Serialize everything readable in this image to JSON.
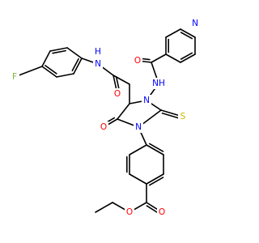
{
  "colors": {
    "background": "#ffffff",
    "bond": "#000000",
    "carbon_text": "#000000",
    "nitrogen": "#0000ff",
    "oxygen": "#ff0000",
    "sulfur": "#c8b400",
    "fluorine": "#7fb23b"
  },
  "atom_labels": {
    "n_pyridine": "N",
    "o_nicotinamide": "O",
    "nh_hydrazide": "NH",
    "n3_ring": "N",
    "s_thione": "S",
    "n1_ring": "N",
    "o_ring_carbonyl": "O",
    "o_acetamide": "O",
    "nh_anilide": "NH",
    "h_anilide": "H",
    "f_fluoro": "F",
    "o_ester_carbonyl": "O",
    "o_ester_ether": "O"
  }
}
